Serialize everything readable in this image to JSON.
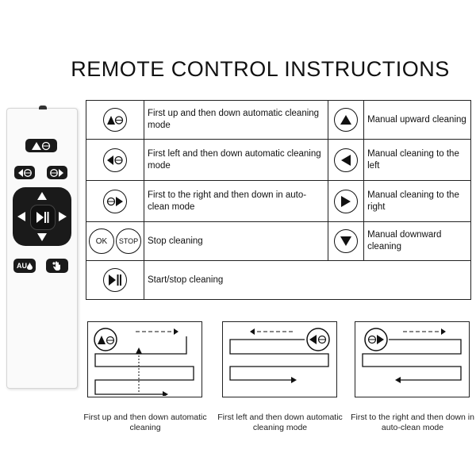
{
  "title": "REMOTE CONTROL INSTRUCTIONS",
  "remote": {
    "btn_auto": "AU",
    "icons": [
      "up-auto-icon",
      "left-auto-icon",
      "right-auto-icon",
      "play-pause-icon",
      "water-drop-icon",
      "hand-icon"
    ]
  },
  "table": {
    "rows": [
      {
        "desc": "First up and then down automatic cleaning mode",
        "manual": "Manual upward cleaning"
      },
      {
        "desc": "First left and then down automatic cleaning mode",
        "manual": "Manual cleaning to the left"
      },
      {
        "desc": "First to the right and then down in auto-clean mode",
        "manual": "Manual cleaning to the right"
      },
      {
        "desc": "Stop cleaning",
        "manual": "Manual downward cleaning",
        "ok": "OK",
        "stop": "STOP"
      },
      {
        "desc": "Start/stop cleaning"
      }
    ]
  },
  "captions": [
    "First up and then down automatic cleaning",
    "First left and then down automatic cleaning mode",
    "First to the right and then down in auto-clean mode"
  ],
  "colors": {
    "ink": "#111111",
    "remote_body": "#fafafa",
    "button": "#1a1a1a"
  }
}
